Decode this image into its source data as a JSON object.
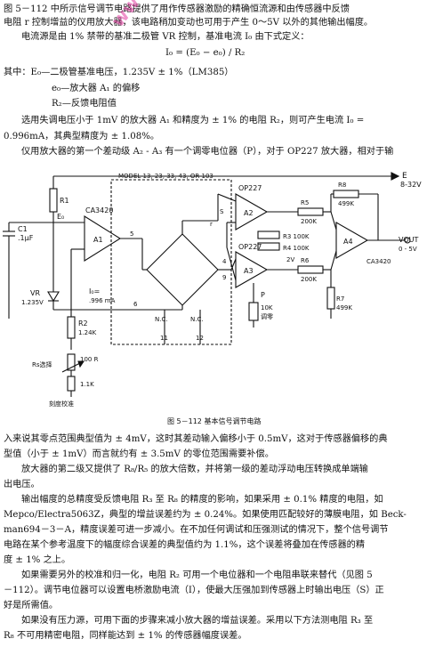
{
  "top": {
    "l1": "图 5－112 中所示信号调节电路提供了用作传感器激励的精确恒流源和由传感器中反馈",
    "l2": "电阻 r 控制增益的仪用放大器，该电路稍加变动也可用于产生 0～5V 以外的其他输出幅度。",
    "l3": "电流源是由 1% 禁带的基准二极管 VR 控制，基准电流 I₀ 由下式定义：",
    "eq": "I₀ = (E₀ − e₀) / R₂",
    "l4": "其中：E₀—二极管基准电压，1.235V ± 1%（LM385）",
    "l5": "e₀—放大器 A₁ 的偏移",
    "l6": "R₂—反馈电阻值",
    "l7": "选用失调电压小于 1mV 的放大器 A₁ 和精度为 ± 1% 的电阻 R₂，则可产生电流 I₀ =",
    "l8": "0.996mA，其典型精度为 ± 1.08%。",
    "l9": "仪用放大器的第一个差动级 A₂ - A₃ 有一个调零电位器（P），对于 OP227 放大器，相对于输"
  },
  "watermark": "www.eeefans.com",
  "schematic": {
    "model_box": "MODEL 13, 23, 33, 43, OR 103",
    "supply": "E",
    "supply_range": "8-32V",
    "r1": "R1",
    "c1": "C1",
    "c1_val": ".1μF",
    "e0": "E₀",
    "a1_part": "CA3420",
    "a1": "A1",
    "pin5": "5",
    "pin4": "4",
    "pin9": "9",
    "pin6": "6",
    "pin11": "11",
    "pin12": "12",
    "pin_s": "S",
    "pin_r": "r",
    "nc1": "N.C.",
    "nc2": "N.C.",
    "vr": "VR",
    "vr_val": "1.235V",
    "io_label": "I₀=",
    "io_val": ".996 mA",
    "r2": "R2",
    "r2_val": "1.24K",
    "op227_top": "OP227",
    "op227_bot": "OP227",
    "a2": "A2",
    "a3": "A3",
    "a4": "A4",
    "r3": "R3 100K",
    "r4": "R4 100K",
    "r5": "R5",
    "r5_val": "200K",
    "r6": "R6",
    "r6_val": "200K",
    "r7": "R7",
    "r7_val": "499K",
    "r8": "R8",
    "r8_val": "499K",
    "v2": "2V",
    "p": "P",
    "p_val": "10K",
    "p_sub": "调零",
    "a4_part": "CA3420",
    "vout": "VOUT",
    "vout_range": "0 - 5V",
    "rs_label": "Rs选择",
    "rs_pot": "100 R",
    "rs_fix": "1.1K",
    "rs_sub": "刻度校准",
    "caption": "图 5－112   基本信号调节电路"
  },
  "bottom": {
    "l1": "入来说其零点范围典型值为 ± 4mV，这时其差动输入偏移小于 0.5mV，这对于传感器偏移的典",
    "l2": "型值（小于 ± 1mV）而言就约有 ± 3.5mV 的零位范围需要补偿。",
    "l3": "放大器的第二级又提供了 R₈/R₅ 的放大倍数，并将第一级的差动浮动电压转换成单端输",
    "l4": "出电压。",
    "l5": "输出幅度的总精度受反馈电阻 R₃ 至 R₈ 的精度的影响，如果采用 ± 0.1% 精度的电阻，如",
    "l6": "Mepco/Electra5063Z，典型的增益误差约为 ± 0.24%。如果使用匹配较好的薄膜电阻，如 Beck-",
    "l7": "man694－3－A，精度误差可进一步减小。在不加任何调试和压强测试的情况下，整个信号调节",
    "l8": "电路在某个参考温度下的幅度综合误差的典型值约为 1.1%，这个误差将叠加在传感器的精",
    "l9": "度 ± 1% 之上。",
    "l10": "如果需要另外的校准和归一化，电阻 R₂ 可用一个电位器和一个电阻串联来替代（见图 5",
    "l11": "－112）。调节电位器可以设置电桥激励电流（I），使最大压强加到传感器上时输出电压（S）正",
    "l12": "好是所需值。",
    "l13": "如果没有压力源，可用下面的步骤来减小放大器的增益误差。采用以下方法测电阻 R₃ 至",
    "l14": "R₈ 不可用精密电阻，同样能达到 ± 1% 的传感器幅度误差。"
  }
}
